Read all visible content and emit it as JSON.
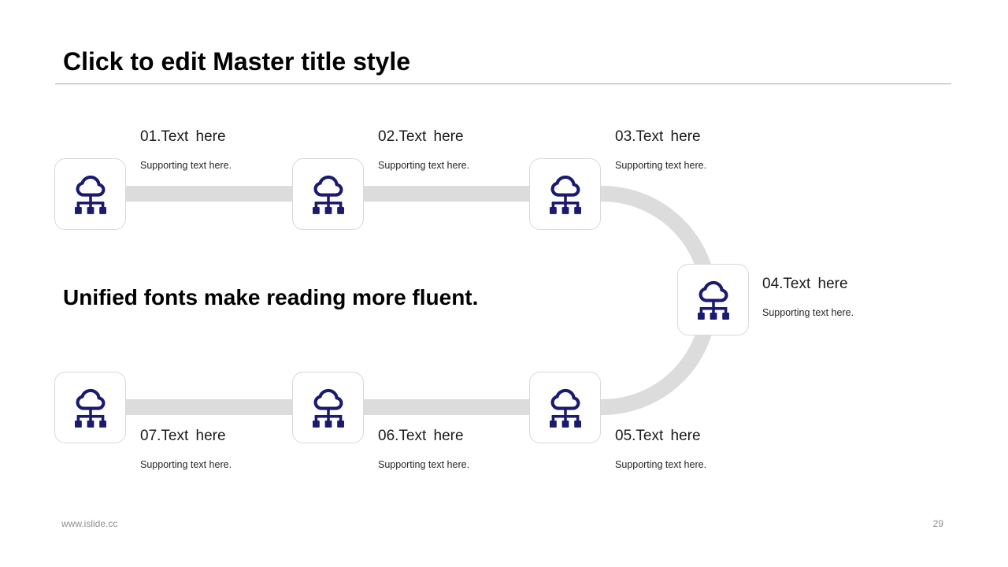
{
  "slide": {
    "title": "Click to edit Master title style",
    "statement": "Unified fonts make reading more fluent.",
    "footer": {
      "website": "www.islide.cc",
      "page_number": "29"
    }
  },
  "steps": [
    {
      "label": "01.Text here",
      "support": "Supporting text here."
    },
    {
      "label": "02.Text here",
      "support": "Supporting text here."
    },
    {
      "label": "03.Text here",
      "support": "Supporting text here."
    },
    {
      "label": "04.Text here",
      "support": "Supporting text here."
    },
    {
      "label": "05.Text here",
      "support": "Supporting text here."
    },
    {
      "label": "06.Text here",
      "support": "Supporting text here."
    },
    {
      "label": "07.Text here",
      "support": "Supporting text here."
    }
  ],
  "icons": {
    "step_icon": "cloud-network-icon"
  },
  "colors": {
    "icon_navy": "#1a1a6e",
    "connector_gray": "#dcdcdc",
    "card_border": "#d9d9d9",
    "title_rule": "#a6a6a6",
    "footer_text": "#8f8f8f",
    "text_black": "#000000"
  }
}
